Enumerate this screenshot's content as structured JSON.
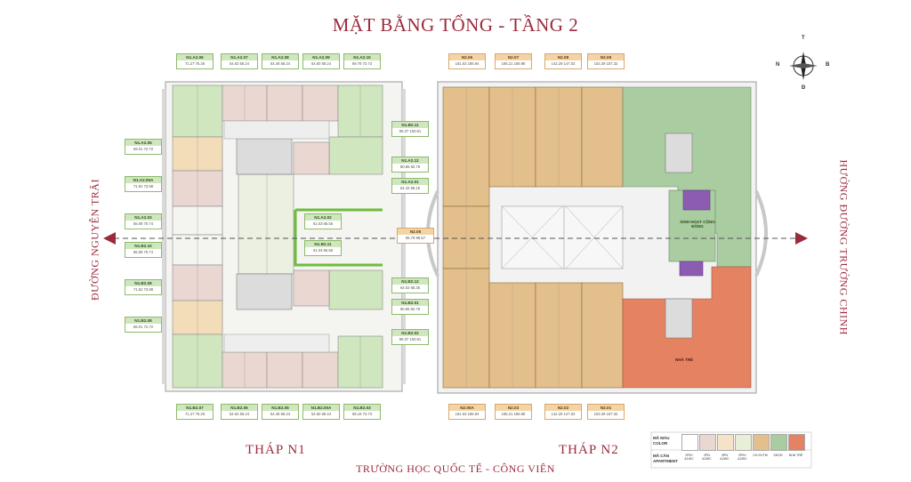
{
  "title": "MẶT BẰNG TỔNG - TẦNG 2",
  "tower_n1_label": "THÁP N1",
  "tower_n2_label": "THÁP N2",
  "street_left": "ĐƯỜNG NGUYỄN TRÃI",
  "street_right": "HƯỚNG ĐƯỜNG TRƯỜNG CHINH",
  "street_bottom": "TRƯỜNG HỌC QUỐC TẾ - CÔNG VIÊN",
  "compass": {
    "north": "T",
    "south": "Đ",
    "west": "N",
    "east": "B"
  },
  "n2_rooms": {
    "community": "SINH HOẠT CỘNG ĐỒNG",
    "kindergarten": "NHÀ TRẺ"
  },
  "colors": {
    "title": "#9b2a3c",
    "green_unit": "#cfe6be",
    "pink_unit": "#ead7d2",
    "orange_unit": "#e6c08a",
    "peach_unit": "#f3dcb8",
    "community": "#a9ccA0",
    "kindergarten": "#e48262",
    "purple": "#8c5cb3",
    "highlight_green": "#6dbd3b"
  },
  "n1_tags": [
    {
      "code": "N1.A2.06",
      "area": "71.27    75.26"
    },
    {
      "code": "N1.A2.07",
      "area": "54.63    58.24"
    },
    {
      "code": "N1.A2.08",
      "area": "54.48    58.24"
    },
    {
      "code": "N1.A2.09",
      "area": "54.60    58.24"
    },
    {
      "code": "N1.A2.10",
      "area": "69.76    73.73"
    },
    {
      "code": "N1.A2.05",
      "area": "69.01    72.72"
    },
    {
      "code": "N1.A2.05A",
      "area": "71.52    73.98"
    },
    {
      "code": "N1.A2.03",
      "area": "65.08    70.74"
    },
    {
      "code": "N1.B2.10",
      "area": "65.08    70.74"
    },
    {
      "code": "N1.B2.09",
      "area": "71.52    73.98"
    },
    {
      "code": "N1.B2.08",
      "area": "69.01    72.72"
    },
    {
      "code": "N1.B2.11",
      "area": "99.37    100.91"
    },
    {
      "code": "N1.A2.12",
      "area": "80.85    82.78"
    },
    {
      "code": "N1.A2.01",
      "area": "64.42    68.15"
    },
    {
      "code": "N1.A2.02",
      "area": "61.03    65.55"
    },
    {
      "code": "N1.B2.11",
      "area": "61.03    65.55"
    },
    {
      "code": "N1.B2.12",
      "area": "64.02    68.35"
    },
    {
      "code": "N1.B2.01",
      "area": "80.85    82.78"
    },
    {
      "code": "N1.B2.02",
      "area": "99.37    100.91"
    },
    {
      "code": "N1.B2.07",
      "area": "71.27    75.26"
    },
    {
      "code": "N1.B2.06",
      "area": "54.63    58.24"
    },
    {
      "code": "N1.B2.05",
      "area": "54.48    58.24"
    },
    {
      "code": "N1.B2.05A",
      "area": "54.60    58.24"
    },
    {
      "code": "N1.B2.03",
      "area": "69.16    73.73"
    }
  ],
  "n2_tags": [
    {
      "code": "N2.06",
      "area": "181.63    186.94"
    },
    {
      "code": "N2.07",
      "area": "185.21    188.98"
    },
    {
      "code": "N2.08",
      "area": "142.29    147.03"
    },
    {
      "code": "N2.09",
      "area": "153.39    157.32"
    },
    {
      "code": "N2.05",
      "area": "95.78    99.67"
    },
    {
      "code": "N2.05A",
      "area": "181.63    186.94"
    },
    {
      "code": "N2.03",
      "area": "185.21    188.98"
    },
    {
      "code": "N2.02",
      "area": "142.29    147.03"
    },
    {
      "code": "N2.01",
      "area": "153.39    157.32"
    }
  ],
  "legend": {
    "color_header": "MÃ MÀU COLOR",
    "apartment_header": "MÃ CĂN APARTMENT",
    "items": [
      {
        "label": "1PN+ &1WC",
        "color": "#ffffff"
      },
      {
        "label": "2PN &2WC",
        "color": "#ead7d2"
      },
      {
        "label": "3PN &2WC",
        "color": "#f6e2c6"
      },
      {
        "label": "2PN+ &2WC",
        "color": "#e8efd8"
      },
      {
        "label": "CH DVTM",
        "color": "#e3bf8c"
      },
      {
        "label": "SHCĐ",
        "color": "#a9cca0"
      },
      {
        "label": "NHÀ TRẺ",
        "color": "#e48262"
      }
    ]
  }
}
